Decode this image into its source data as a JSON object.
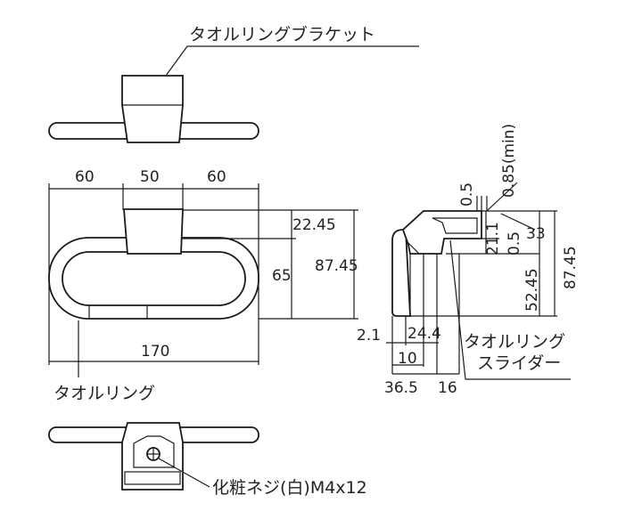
{
  "labels": {
    "bracket": "タオルリングブラケット",
    "ring": "タオルリング",
    "slider_line1": "タオルリング",
    "slider_line2": "スライダー",
    "screw": "化粧ネジ(白)M4x12"
  },
  "front_view": {
    "width_left": "60",
    "width_center": "50",
    "width_right": "60",
    "total_width": "170",
    "bracket_offset": "22.45",
    "ring_height": "65",
    "total_height": "87.45"
  },
  "side_view": {
    "top_thickness": "0.5",
    "min_gap": "0.85(min)",
    "d_21_1": "21.1",
    "d_0_5": "0.5",
    "d_33": "33",
    "d_52_45": "52.45",
    "total_height": "87.45",
    "d_2_1": "2.1",
    "d_24_4": "24.4",
    "d_10": "10",
    "d_36_5": "36.5",
    "d_16": "16"
  }
}
